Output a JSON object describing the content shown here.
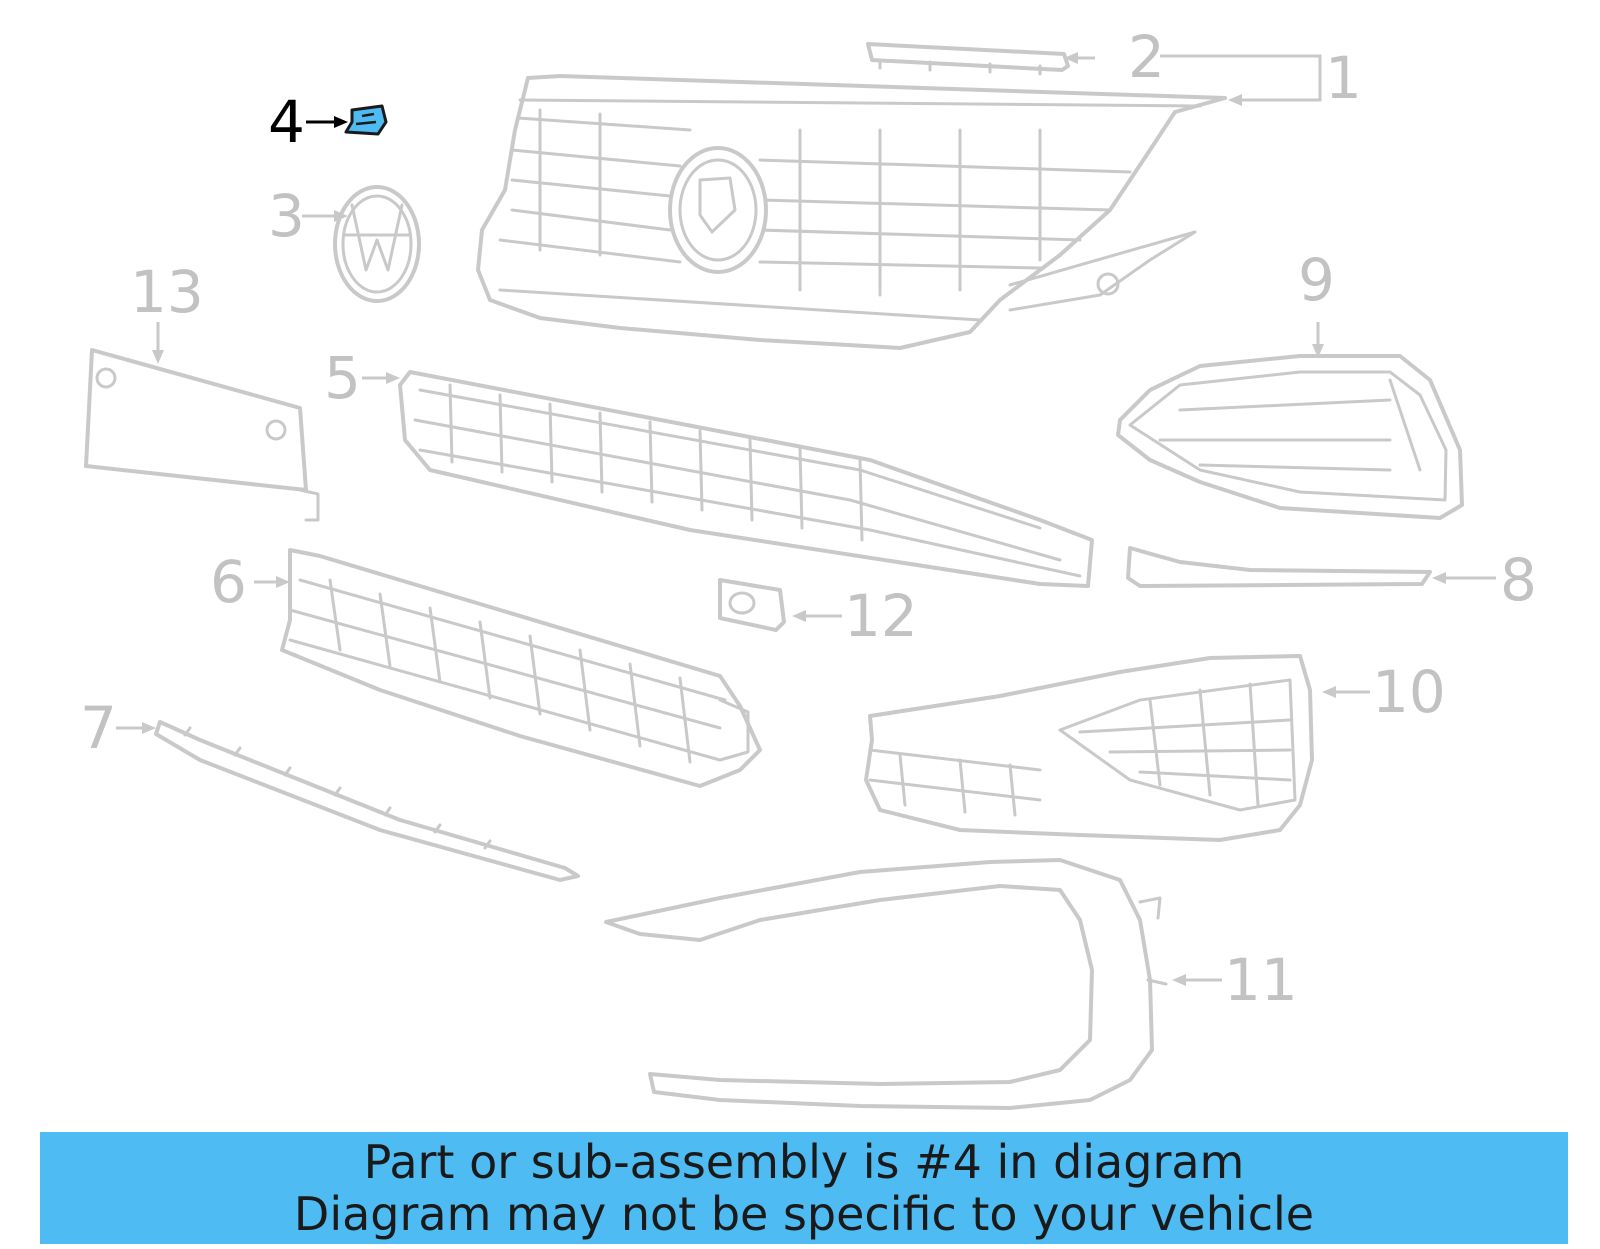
{
  "callouts": {
    "c1": "1",
    "c2": "2",
    "c3": "3",
    "c4": "4",
    "c5": "5",
    "c6": "6",
    "c7": "7",
    "c8": "8",
    "c9": "9",
    "c10": "10",
    "c11": "11",
    "c12": "12",
    "c13": "13"
  },
  "highlight": {
    "part": "4",
    "color": "#4fbbf3"
  },
  "banner": {
    "line1": "Part or sub-assembly is #4 in diagram",
    "line2": "Diagram may not be specific to your vehicle",
    "color": "#4fbbf3"
  }
}
